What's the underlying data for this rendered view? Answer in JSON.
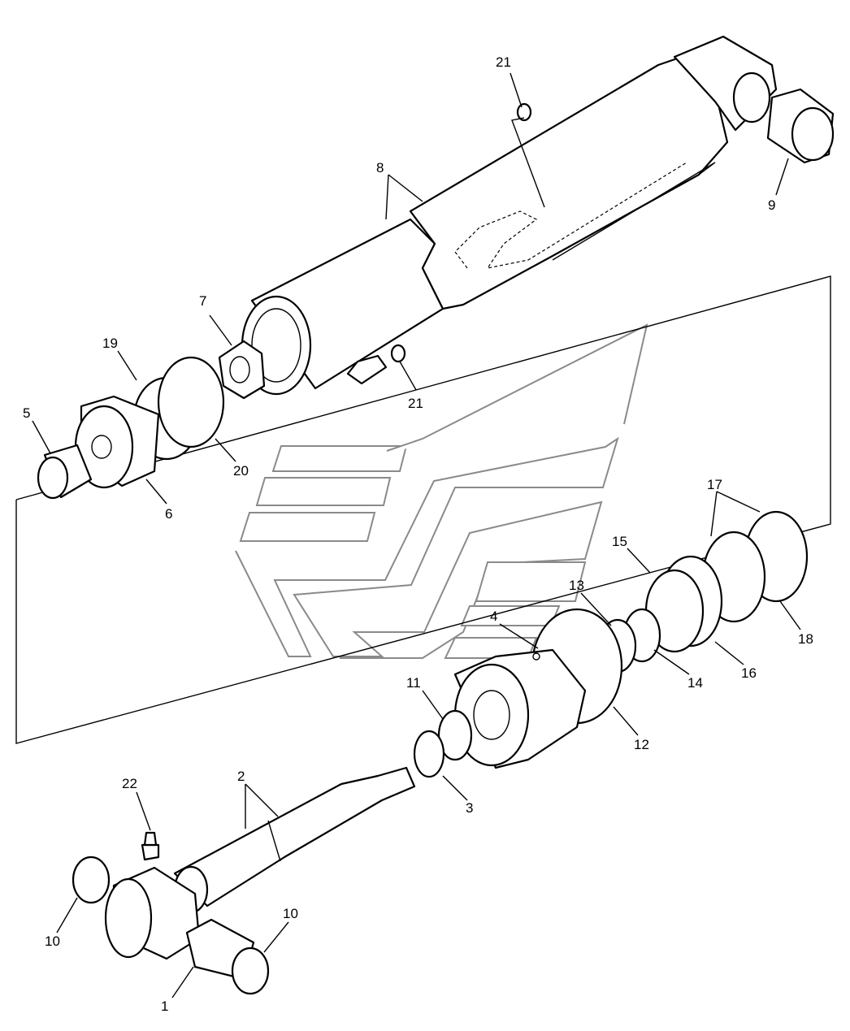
{
  "diagram": {
    "callouts": [
      "21",
      "8",
      "9",
      "7",
      "19",
      "21",
      "5",
      "20",
      "6",
      "17",
      "15",
      "13",
      "4",
      "18",
      "14",
      "16",
      "11",
      "12",
      "3",
      "22",
      "2",
      "10",
      "10",
      "1"
    ]
  },
  "colors": {
    "line": "#000000",
    "background": "#ffffff",
    "watermark": "#8a8a8a"
  }
}
